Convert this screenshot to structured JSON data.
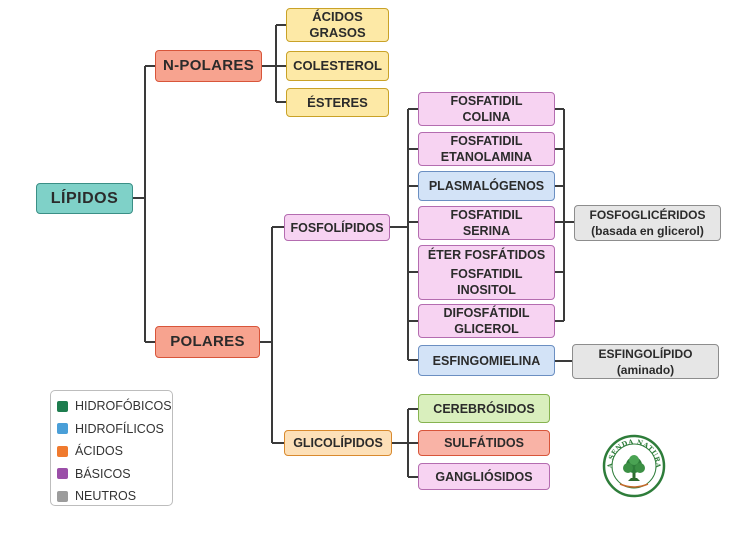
{
  "root": "LÍPIDOS",
  "branches": {
    "npolares": {
      "label": "N-POLARES",
      "children": [
        "ÁCIDOS\nGRASOS",
        "COLESTEROL",
        "ÉSTERES"
      ]
    },
    "polares": {
      "label": "POLARES",
      "fosfolipidos": {
        "label": "FOSFOLÍPIDOS",
        "children": [
          "FOSFATIDIL\nCOLINA",
          "FOSFATIDIL\nETANOLAMINA",
          "PLASMALÓGENOS",
          "FOSFATIDIL\nSERINA",
          "ÉTER FOSFÁTIDOS",
          "FOSFATIDIL\nINOSITOL",
          "DIFOSFÁTIDIL\nGLICEROL",
          "ESFINGOMIELINA"
        ],
        "fosfogliceridos": "FOSFOGLICÉRIDOS\n(basada en glicerol)",
        "esfingolipido": "ESFINGOLÍPIDO\n(aminado)"
      },
      "glicolipidos": {
        "label": "GLICOLÍPIDOS",
        "children": [
          "CEREBRÓSIDOS",
          "SULFÁTIDOS",
          "GANGLIÓSIDOS"
        ]
      }
    }
  },
  "legend": [
    {
      "label": "HIDROFÓBICOS",
      "color": "#1e7d4f"
    },
    {
      "label": "HIDROFÍLICOS",
      "color": "#4a9fd8"
    },
    {
      "label": "ÁCIDOS",
      "color": "#f07a2e"
    },
    {
      "label": "BÁSICOS",
      "color": "#9b4fa8"
    },
    {
      "label": "NEUTROS",
      "color": "#9c9c9c"
    }
  ],
  "logo": {
    "text": "LA SENDA NATURAL"
  }
}
